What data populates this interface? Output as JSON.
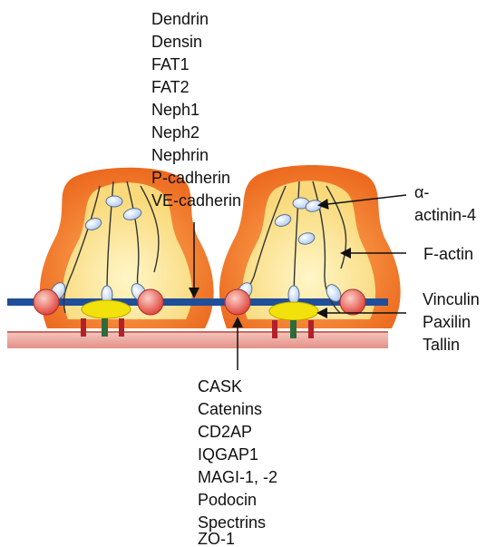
{
  "labels": {
    "top_list": [
      "Dendrin",
      "Densin",
      "FAT1",
      "FAT2",
      "Neph1",
      "Neph2",
      "Nephrin",
      "P-cadherin",
      "VE-cadherin"
    ],
    "alpha_actinin": [
      "α-",
      "actinin-4"
    ],
    "f_actin": "F-actin",
    "right_list": [
      "Vinculin",
      "Paxilin",
      "Tallin"
    ],
    "bottom_list": [
      "CASK",
      "Catenins",
      "CD2AP",
      "IQGAP1",
      "MAGI-1, -2",
      "Podocin",
      "Spectrins",
      "ZO-1"
    ]
  },
  "colors": {
    "cell_outer": "#f07c2e",
    "cell_inner": "#fbe9a0",
    "slit_diaphragm": "#1f4e9a",
    "gbm": "#e9a79f",
    "vesicle": "#dcecff",
    "junction_ball": "#e8534a",
    "focal_adhesion": "#f3e10b",
    "integrin_red": "#b3202a",
    "integrin_green": "#2e6b3a"
  }
}
